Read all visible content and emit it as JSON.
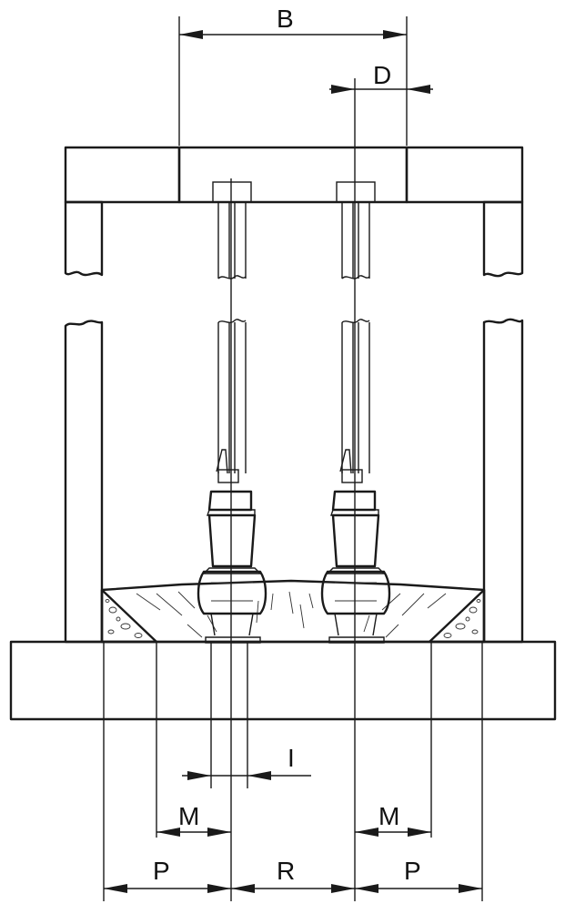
{
  "drawing": {
    "labels": {
      "B": "B",
      "D": "D",
      "I": "I",
      "M_left": "M",
      "M_right": "M",
      "P_left": "P",
      "R": "R",
      "P_right": "P"
    },
    "colors": {
      "line": "#1a1a1a",
      "background": "#ffffff"
    }
  }
}
